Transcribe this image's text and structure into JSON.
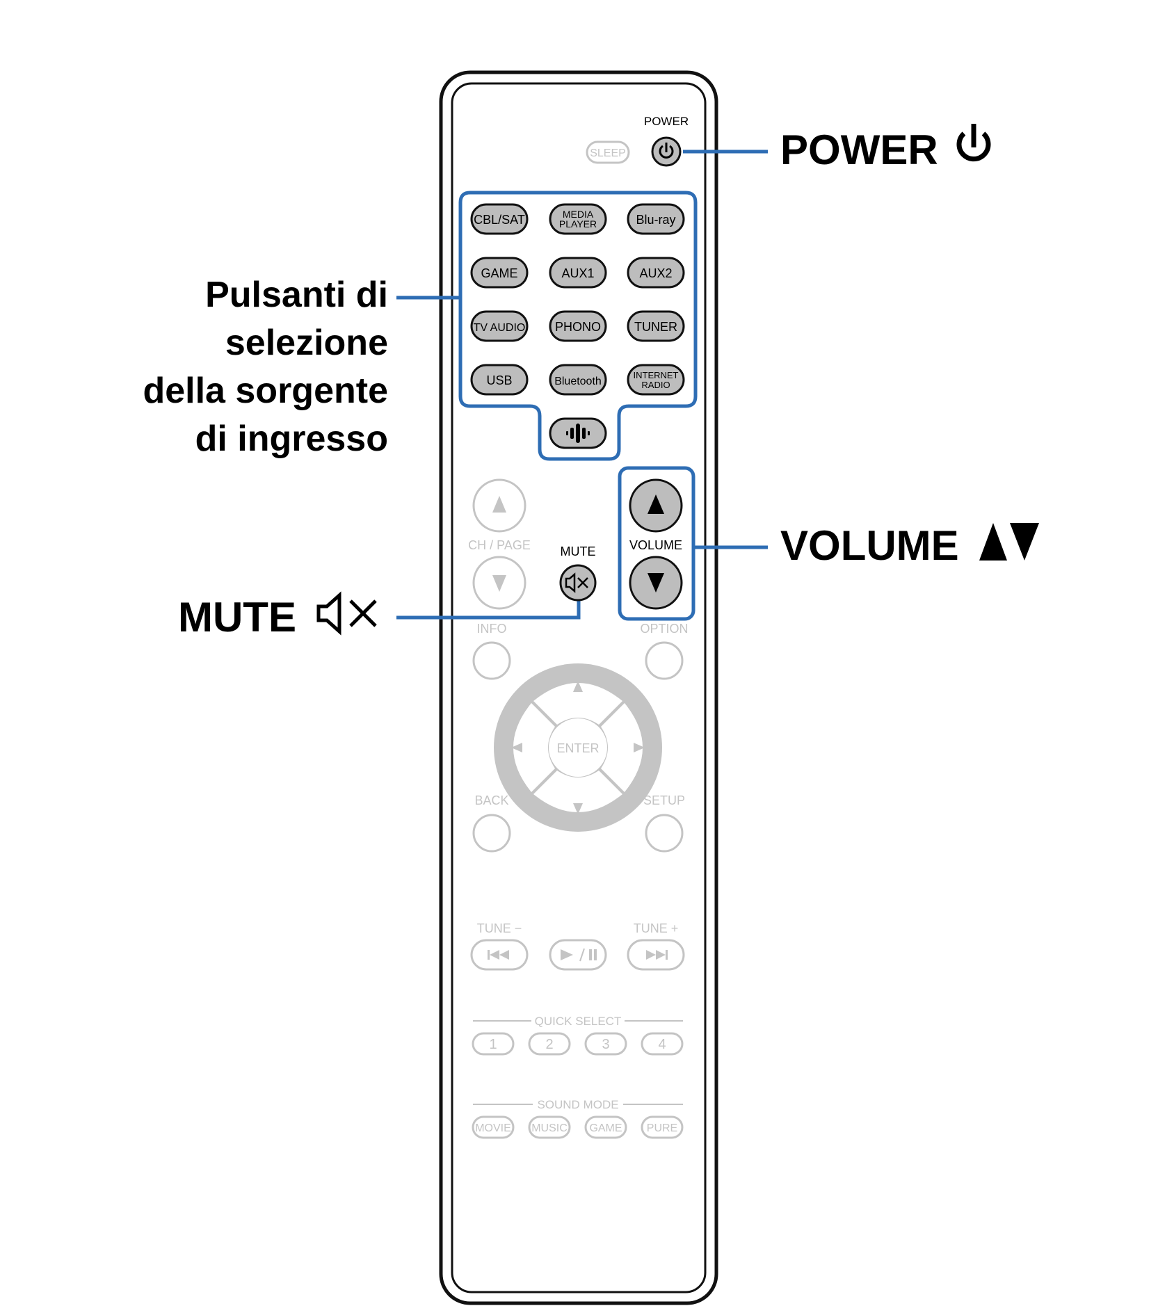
{
  "callouts": {
    "power": "POWER",
    "input_select": [
      "Pulsanti di",
      "selezione",
      "della sorgente",
      "di ingresso"
    ],
    "volume": "VOLUME",
    "mute": "MUTE"
  },
  "remote": {
    "power_label": "POWER",
    "sleep_label": "SLEEP",
    "sources": {
      "cbl_sat": "CBL/SAT",
      "media_player": [
        "MEDIA",
        "PLAYER"
      ],
      "bluray": "Blu-ray",
      "game": "GAME",
      "aux1": "AUX1",
      "aux2": "AUX2",
      "tv_audio": "TV AUDIO",
      "phono": "PHONO",
      "tuner": "TUNER",
      "usb": "USB",
      "bluetooth": "Bluetooth",
      "internet_radio": [
        "INTERNET",
        "RADIO"
      ]
    },
    "ch_page_label": "CH / PAGE",
    "mute_label": "MUTE",
    "volume_label": "VOLUME",
    "info_label": "INFO",
    "option_label": "OPTION",
    "enter_label": "ENTER",
    "back_label": "BACK",
    "setup_label": "SETUP",
    "tune_minus_label": "TUNE −",
    "tune_plus_label": "TUNE +",
    "quick_select_label": "QUICK SELECT",
    "quick_select": [
      "1",
      "2",
      "3",
      "4"
    ],
    "sound_mode_label": "SOUND MODE",
    "sound_modes": [
      "MOVIE",
      "MUSIC",
      "GAME",
      "PURE"
    ]
  },
  "colors": {
    "highlight": "#2e6db4",
    "active_button": "#bdbdbd",
    "inactive": "#c4c4c4",
    "outline": "#111111"
  }
}
